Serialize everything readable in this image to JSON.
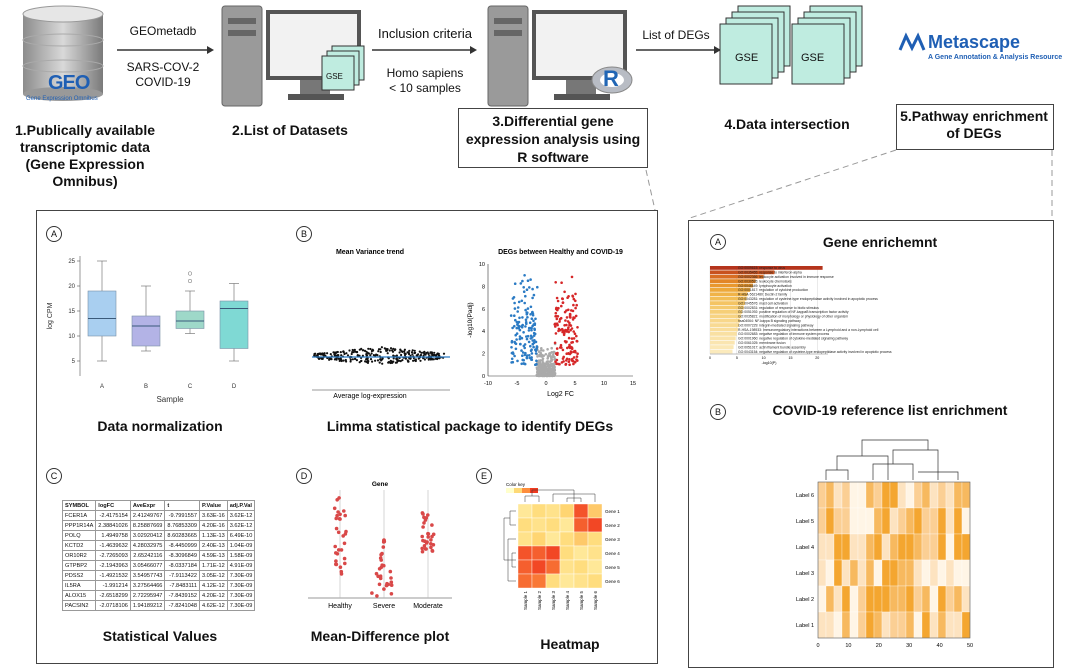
{
  "steps": {
    "s1": "1.Publically available transcriptomic data (Gene Expression Omnibus)",
    "s2": "2.List of Datasets",
    "s3": "3.Differential gene expression analysis using R software",
    "s4": "4.Data intersection",
    "s5": "5.Pathway enrichment of DEGs"
  },
  "arrows": {
    "a1_top": "GEOmetadb",
    "a1_bottom": "SARS-COV-2\nCOVID-19",
    "a2_top": "Inclusion criteria",
    "a2_bottom": "Homo sapiens\n< 10 samples",
    "a3_top": "List of DEGs"
  },
  "icons": {
    "geo_logo": "GEO",
    "geo_caption": "Gene Expression Omnibus",
    "gse": "GSE",
    "r_logo": "R",
    "metascape_name": "Metascape",
    "metascape_tag": "A Gene Annotation & Analysis Resource"
  },
  "panel_letters": {
    "a": "A",
    "b": "B",
    "c": "C",
    "d": "D",
    "e": "E"
  },
  "left_panel": {
    "data_norm": "Data normalization",
    "limma": "Limma statistical package to identify DEGs",
    "stat_values": "Statistical Values",
    "md_plot": "Mean-Difference plot",
    "heatmap": "Heatmap"
  },
  "right_panel": {
    "gene_enrich": "Gene enrichemnt",
    "covid_enrich": "COVID-19 reference list enrichment"
  },
  "boxplot": {
    "ylabel": "log CPM",
    "xlabel": "Sample",
    "categories": [
      "A",
      "B",
      "C",
      "D"
    ],
    "yticks": [
      "5",
      "10",
      "15",
      "20",
      "25"
    ],
    "colors": [
      "#a9cff0",
      "#b3b3e6",
      "#9ed8c9",
      "#7fd9d4"
    ]
  },
  "mean_variance": {
    "title": "Mean Variance trend",
    "xlabel": "Average log-expression"
  },
  "volcano": {
    "title": "DEGs between Healthy and COVID-19",
    "ylabel": "-log10(Padj)",
    "xlabel": "Log2 FC",
    "xticks": [
      "-10",
      "-5",
      "0",
      "5",
      "10",
      "15"
    ],
    "yticks": [
      "0",
      "2",
      "4",
      "6",
      "8",
      "10"
    ],
    "colors": {
      "down": "#2b7bc4",
      "up": "#d62728",
      "ns": "#aaaaaa"
    }
  },
  "stat_table": {
    "headers": [
      "SYMBOL",
      "logFC",
      "AveExpr",
      "t",
      "P.Value",
      "adj.P.Val"
    ],
    "rows": [
      [
        "FCER1A",
        "-2.4175154",
        "2.41249767",
        "-9.7991557",
        "3.63E-16",
        "3.62E-12"
      ],
      [
        "PPP1R14A",
        "2.38841026",
        "8.25887669",
        "8.76853309",
        "4.20E-16",
        "3.62E-12"
      ],
      [
        "POLQ",
        "1.4949758",
        "3.02920412",
        "8.60283665",
        "1.13E-13",
        "6.49E-10"
      ],
      [
        "KCTD2",
        "-1.4639632",
        "4.28032975",
        "-8.4450999",
        "2.40E-13",
        "1.04E-09"
      ],
      [
        "OR10R2",
        "-2.7265093",
        "2.65242116",
        "-8.3096849",
        "4.59E-13",
        "1.58E-09"
      ],
      [
        "GTPBP2",
        "-2.1943963",
        "3.05466077",
        "-8.0337184",
        "1.71E-12",
        "4.91E-09"
      ],
      [
        "PDSS2",
        "-1.4921532",
        "3.54957743",
        "-7.9113422",
        "3.05E-12",
        "7.30E-09"
      ],
      [
        "IL5RA",
        "-1.991214",
        "3.27564466",
        "-7.8483111",
        "4.12E-12",
        "7.30E-09"
      ],
      [
        "ALOX15",
        "-2.6518299",
        "2.72295947",
        "-7.8439152",
        "4.20E-12",
        "7.30E-09"
      ],
      [
        "PACSIN2",
        "-2.0718106",
        "1.94189212",
        "-7.8241048",
        "4.62E-12",
        "7.30E-09"
      ]
    ]
  },
  "md": {
    "title": "Gene",
    "categories": [
      "Healthy",
      "Severe",
      "Moderate"
    ]
  },
  "heatmap_e": {
    "key_label": "Color key",
    "rows": [
      "Gene 1",
      "Gene 2",
      "Gene 3",
      "Gene 4",
      "Gene 5",
      "Gene 6"
    ],
    "cols": [
      "Sample 1",
      "Sample 2",
      "Sample 3",
      "Sample 4",
      "Sample 5",
      "Sample 6"
    ],
    "values": [
      [
        0.2,
        0.3,
        0.25,
        0.35,
        0.9,
        0.4
      ],
      [
        0.3,
        0.25,
        0.3,
        0.2,
        0.85,
        0.95
      ],
      [
        0.25,
        0.35,
        0.2,
        0.3,
        0.4,
        0.3
      ],
      [
        0.9,
        0.85,
        0.95,
        0.3,
        0.2,
        0.25
      ],
      [
        0.85,
        0.95,
        0.8,
        0.25,
        0.3,
        0.2
      ],
      [
        0.8,
        0.75,
        0.3,
        0.2,
        0.25,
        0.3
      ]
    ]
  },
  "enrich_bar": {
    "terms": [
      "GO:0009615: response to virus",
      "GO:0035455: response to interferon-alpha",
      "GO:0002366: leukocyte activation involved in immune response",
      "GO:0030595: leukocyte chemotaxis",
      "GO:0046649: lymphocyte activation",
      "GO:0001817: regulation of cytokine production",
      "R-HSA-5621480: Dectin-2 family",
      "GO:0043281: regulation of cysteine-type endopeptidase activity involved in apoptotic process",
      "GO:0045576: mast cell activation",
      "GO:0002831: regulation of response to biotic stimulus",
      "GO:0051092: positive regulation of NF-kappaB transcription factor activity",
      "GO:0035821: modification of morphology or physiology of other organism",
      "hsa04064: NF-kappa B signaling pathway",
      "GO:0007229: integrin-mediated signaling pathway",
      "R-HSA-198933: Immunoregulatory interactions between a Lymphoid and a non-Lymphoid cell",
      "GO:0002683: negative regulation of immune system process",
      "GO:0001960: negative regulation of cytokine-mediated signaling pathway",
      "GO:0061025: membrane fusion",
      "GO:0051017: actin filament bundle assembly",
      "GO:0043154: negative regulation of cysteine-type endopeptidase activity involved in apoptotic process"
    ],
    "values": [
      21,
      12,
      10,
      8.5,
      8,
      7.5,
      7,
      6.8,
      6.5,
      6.3,
      6,
      5.8,
      5.6,
      5.4,
      5.2,
      5,
      4.8,
      4.6,
      4.4,
      4.2
    ],
    "xticks": [
      "0",
      "5",
      "10",
      "15",
      "20"
    ],
    "xlabel": "-log10(P)"
  },
  "covid_heat": {
    "rows": [
      "Label 6",
      "Label 5",
      "Label 4",
      "Label 3",
      "Label 2",
      "Label 1"
    ],
    "xticks": [
      "0",
      "10",
      "20",
      "30",
      "40",
      "50"
    ]
  }
}
